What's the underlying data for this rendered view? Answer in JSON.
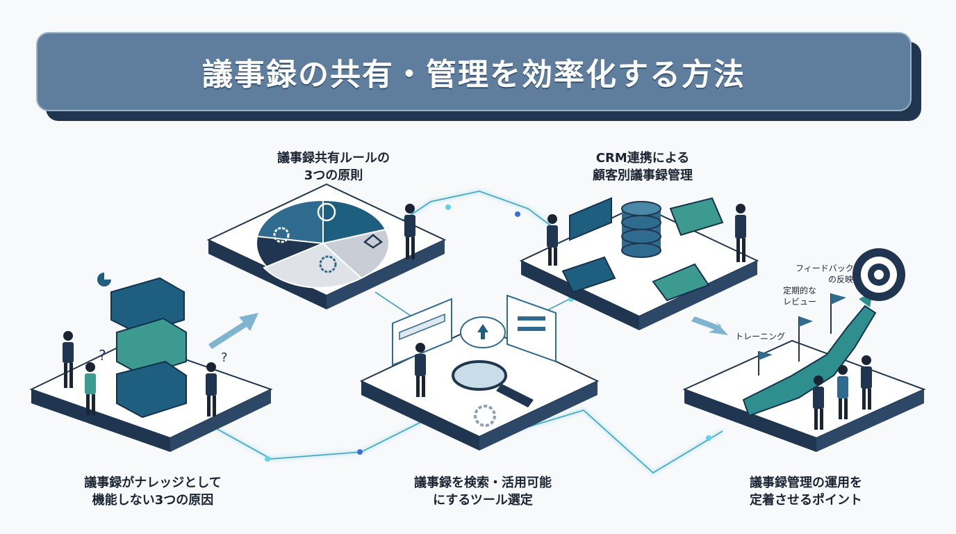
{
  "title": "議事録の共有・管理を効率化する方法",
  "steps": [
    {
      "line1": "議事録がナレッジとして",
      "line2": "機能しない3つの原因"
    },
    {
      "line1": "議事録共有ルールの",
      "line2": "3つの原則"
    },
    {
      "line1": "議事録を検索・活用可能",
      "line2": "にするツール選定"
    },
    {
      "line1": "CRM連携による",
      "line2": "顧客別議事録管理"
    },
    {
      "line1": "議事録管理の運用を",
      "line2": "定着させるポイント"
    }
  ],
  "annotations": {
    "feedback": "フィードバック",
    "feedback_suffix": "の反映",
    "review_line1": "定期的な",
    "review_line2": "レビュー",
    "training": "トレーニング"
  },
  "colors": {
    "navy": "#1f3550",
    "teal": "#2f8f8f",
    "blue": "#2e6b8f",
    "banner": "#5f7e9e",
    "glow": "#5fd3e8"
  },
  "icons": [
    "handshake-icon",
    "stopwatch-icon",
    "gear-icon",
    "database-icon",
    "magnifier-icon",
    "cloud-upload-icon",
    "target-icon",
    "flag-icon",
    "pie-chart-icon",
    "envelope-icon",
    "question-mark-icon"
  ]
}
